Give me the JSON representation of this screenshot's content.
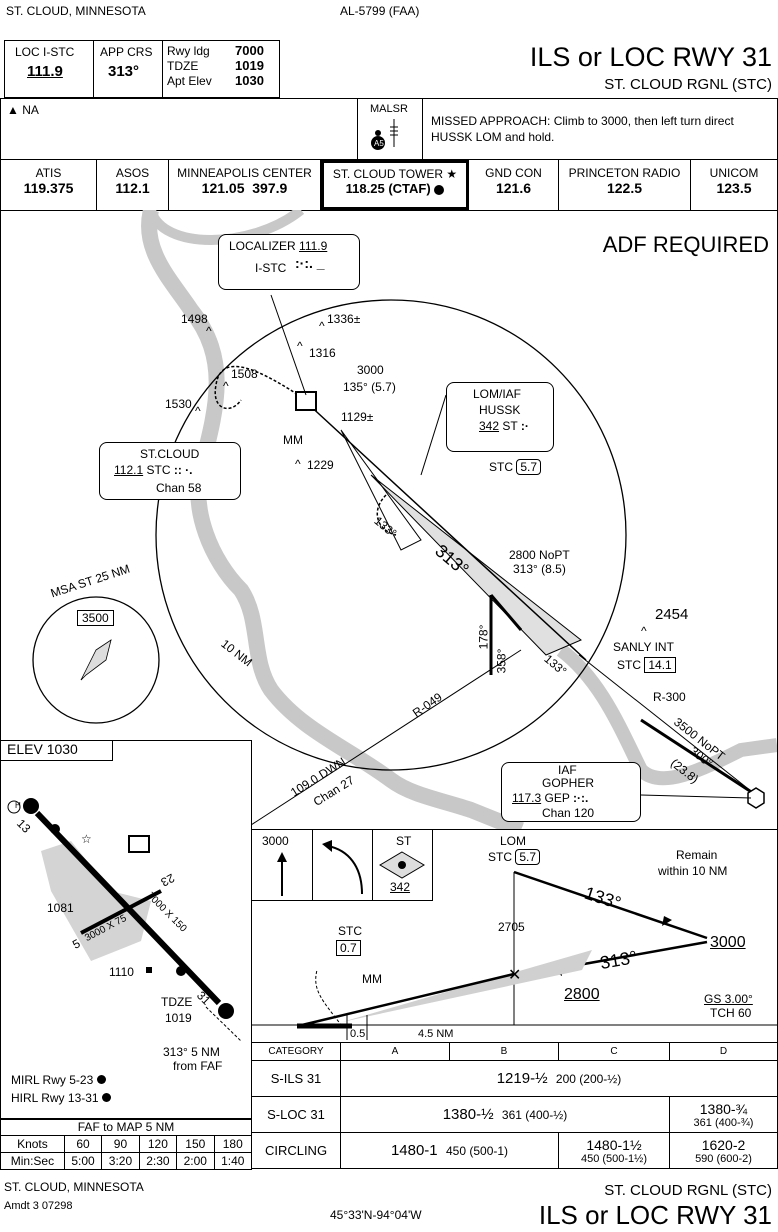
{
  "header": {
    "location": "ST. CLOUD, MINNESOTA",
    "chart_id": "AL-5799 (FAA)",
    "title": "ILS or LOC RWY 31",
    "airport": "ST. CLOUD RGNL (STC)",
    "loc_label": "LOC I-STC",
    "loc_freq": "111.9",
    "app_crs_label": "APP CRS",
    "app_crs": "313°",
    "rwy_ldg_label": "Rwy ldg",
    "rwy_ldg": "7000",
    "tdze_label": "TDZE",
    "tdze": "1019",
    "apt_elev_label": "Apt Elev",
    "apt_elev": "1030"
  },
  "notes": {
    "alt_minimums": "NA",
    "lighting": "MALSR",
    "missed_approach": "MISSED APPROACH: Climb to 3000, then left turn direct HUSSK LOM and hold."
  },
  "comms": [
    {
      "name": "ATIS",
      "freq": "119.375"
    },
    {
      "name": "ASOS",
      "freq": "112.1"
    },
    {
      "name": "MINNEAPOLIS CENTER",
      "freq": "121.05  397.9"
    },
    {
      "name": "ST. CLOUD TOWER ★",
      "freq": "118.25 (CTAF)"
    },
    {
      "name": "GND CON",
      "freq": "121.6"
    },
    {
      "name": "PRINCETON RADIO",
      "freq": "122.5"
    },
    {
      "name": "UNICOM",
      "freq": "123.5"
    }
  ],
  "plan": {
    "adf_required": "ADF REQUIRED",
    "localizer_label": "LOCALIZER",
    "localizer_freq": "111.9",
    "localizer_id": "I-STC",
    "stcloud_name": "ST.CLOUD",
    "stcloud_freq": "112.1",
    "stcloud_id": "STC",
    "stcloud_chan": "Chan 58",
    "lom_label": "LOM/IAF",
    "lom_name": "HUSSK",
    "lom_freq": "342",
    "lom_id": "ST",
    "lom_dist_prefix": "STC",
    "lom_dist": "5.7",
    "gopher_label": "IAF",
    "gopher_name": "GOPHER",
    "gopher_freq": "117.3",
    "gopher_id": "GEP",
    "gopher_chan": "Chan 120",
    "sanly_name": "SANLY INT",
    "sanly_prefix": "STC",
    "sanly_dist": "14.1",
    "hold_alt": "3000",
    "hold_crs": "135° (5.7)",
    "mm": "MM",
    "nopt1": "2800 NoPT",
    "nopt1_crs": "313° (8.5)",
    "nopt2": "3500 NoPT",
    "nopt2_crs": "300°",
    "nopt2_dist": "(23.8)",
    "r300": "R-300",
    "r049": "R-049",
    "dwn": "109.0 DWN",
    "dwn_chan": "Chan 27",
    "ten_nm": "10 NM",
    "crs313": "313°",
    "crs133": "133°",
    "crs133b": "133°",
    "crs178": "178°",
    "crs358": "358°",
    "msa_label": "MSA ST 25 NM",
    "msa_alt": "3500",
    "obs": [
      "1498",
      "1336±",
      "1316",
      "1508",
      "1530",
      "1129±",
      "1229",
      "2454"
    ]
  },
  "airport_diag": {
    "elev_label": "ELEV",
    "elev": "1030",
    "rwy13": "13",
    "rwy31": "31",
    "rwy5": "5",
    "rwy23": "23",
    "dim1": "7000 X 150",
    "dim2": "3000 X 75",
    "obs1": "1081",
    "obs2": "1110",
    "tdze_label": "TDZE",
    "tdze": "1019",
    "note": "313° 5 NM",
    "note2": "from FAF",
    "mirl": "MIRL Rwy 5-23",
    "hirl": "HIRL Rwy 13-31",
    "h": "H"
  },
  "profile": {
    "icon_alt": "3000",
    "icon_st": "ST",
    "icon_st_freq": "342",
    "lom_label": "LOM",
    "lom_prefix": "STC",
    "lom_dist": "5.7",
    "remain": "Remain",
    "remain2": "within 10 NM",
    "crs133": "133°",
    "crs313": "313°",
    "alt3000": "3000",
    "alt2800": "2800",
    "elev2705": "2705",
    "stc": "STC",
    "stc_dist": "0.7",
    "mm": "MM",
    "gs": "GS 3.00°",
    "tch": "TCH 60",
    "d05": "0.5",
    "d45": "4.5 NM"
  },
  "minimums": {
    "headers": [
      "CATEGORY",
      "A",
      "B",
      "C",
      "D"
    ],
    "ils_label": "S-ILS 31",
    "ils_main": "1219-½",
    "ils_sub": "200 (200-½)",
    "loc_label": "S-LOC 31",
    "loc_main": "1380-½",
    "loc_sub": "361 (400-½)",
    "loc_d_main": "1380-¾",
    "loc_d_sub": "361 (400-¾)",
    "circ_label": "CIRCLING",
    "circ_ab_main": "1480-1",
    "circ_ab_sub": "450 (500-1)",
    "circ_c_main": "1480-1½",
    "circ_c_sub": "450 (500-1½)",
    "circ_d_main": "1620-2",
    "circ_d_sub": "590 (600-2)"
  },
  "faf_table": {
    "title": "FAF to MAP 5 NM",
    "knots_label": "Knots",
    "knots": [
      "60",
      "90",
      "120",
      "150",
      "180"
    ],
    "time_label": "Min:Sec",
    "times": [
      "5:00",
      "3:20",
      "2:30",
      "2:00",
      "1:40"
    ]
  },
  "footer": {
    "location": "ST. CLOUD, MINNESOTA",
    "amdt": "Amdt 3  07298",
    "coords": "45°33'N-94°04'W",
    "airport": "ST. CLOUD RGNL (STC)",
    "title": "ILS or LOC RWY 31"
  }
}
